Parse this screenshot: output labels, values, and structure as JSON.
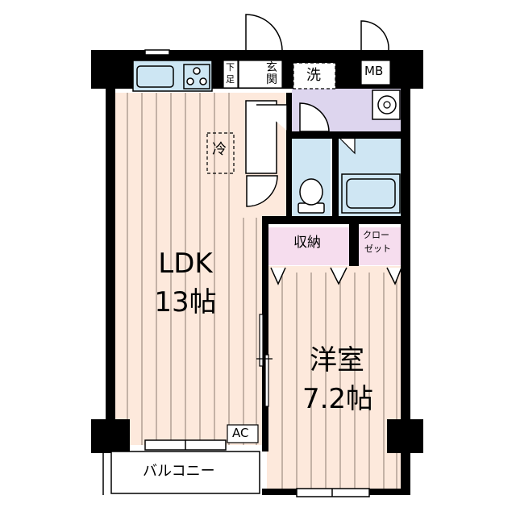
{
  "rooms": {
    "ldk": {
      "name": "LDK",
      "size": "13帖"
    },
    "western": {
      "name": "洋室",
      "size": "7.2帖"
    },
    "storage": {
      "name": "収納"
    },
    "closet": {
      "line1": "クロー",
      "line2": "ゼット"
    },
    "balcony": {
      "name": "バルコニー"
    }
  },
  "fixtures": {
    "entrance": "玄関",
    "shoe_box": {
      "line1": "下",
      "line2": "足"
    },
    "washer": "洗",
    "fridge": "冷",
    "mb": "MB",
    "ac": "AC"
  },
  "colors": {
    "wall": "#000000",
    "wood_floor": "#fde9dc",
    "floor_line": "#8a7a70",
    "wet_area": "#cfe6f3",
    "laundry": "#ddd5ee",
    "storage": "#f6ddee",
    "kitchen": "#cde6f3"
  }
}
